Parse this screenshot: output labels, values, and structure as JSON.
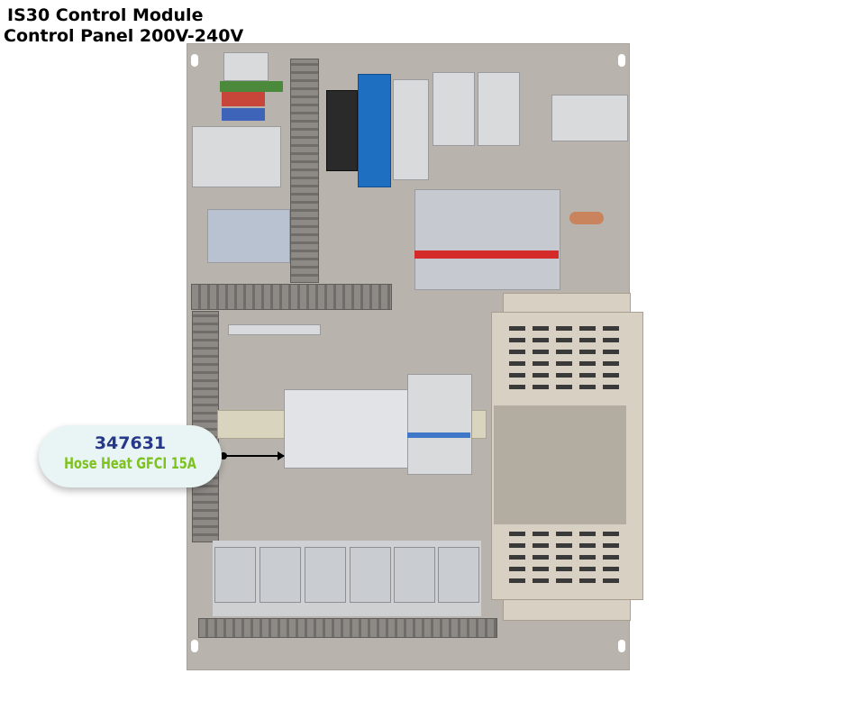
{
  "title": {
    "line1": "IS30 Control Module",
    "line2": "Control Panel 200V-240V"
  },
  "callout": {
    "part_number": "347631",
    "description": "Hose Heat GFCI 15A"
  },
  "colors": {
    "part_number": "#25388a",
    "description": "#7ec21f",
    "callout_bg": "#e9f4f4",
    "panel": "#b8b4ad"
  }
}
